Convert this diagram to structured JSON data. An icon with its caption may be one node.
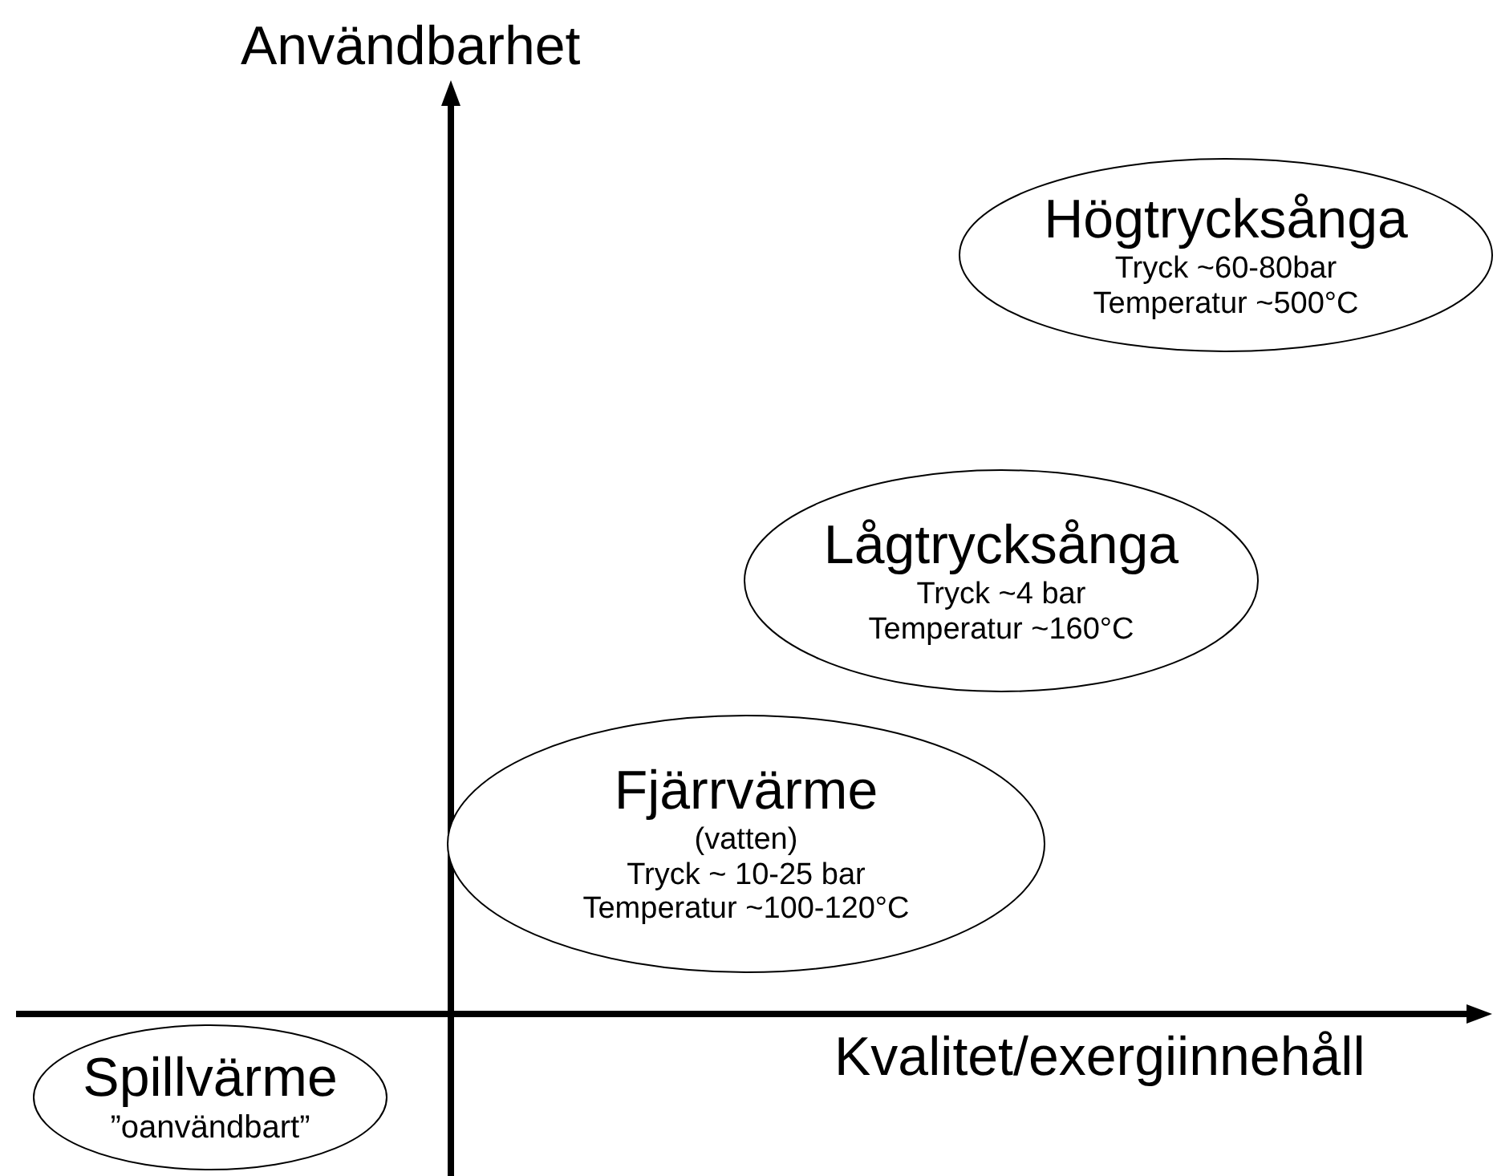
{
  "diagram": {
    "nodes": [
      {
        "text": [
          "Högtrycksånga",
          "Tryck ~60-80bar",
          "Temperatur ~500°C"
        ]
      },
      {
        "text": [
          "Lågtrycksånga",
          "Tryck ~4 bar",
          "Temperatur ~160°C"
        ]
      },
      {
        "text": [
          "Fjärrvärme",
          "(vatten)",
          "Tryck ~ 10-25 bar",
          "Temperatur ~100-120°C"
        ]
      },
      {
        "text": [
          "Spillvärme",
          "”oanvändbart”"
        ]
      }
    ],
    "labels": [
      "Användbarhet",
      "Kvalitet/exergiinnehåll"
    ]
  }
}
